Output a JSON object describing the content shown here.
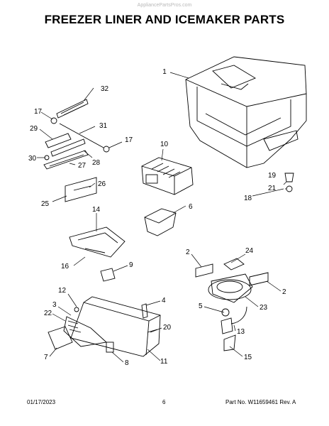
{
  "watermark": "AppliancePartsPros.com",
  "title": "FREEZER LINER AND ICEMAKER PARTS",
  "callouts": [
    "1",
    "32",
    "17",
    "31",
    "17",
    "29",
    "28",
    "30",
    "27",
    "10",
    "25",
    "26",
    "19",
    "21",
    "18",
    "14",
    "6",
    "16",
    "9",
    "2",
    "24",
    "2",
    "12",
    "4",
    "3",
    "22",
    "23",
    "5",
    "20",
    "13",
    "7",
    "8",
    "11",
    "15"
  ],
  "footer": {
    "date": "01/17/2023",
    "page": "6",
    "part": "Part No. W11659461  Rev. A"
  }
}
